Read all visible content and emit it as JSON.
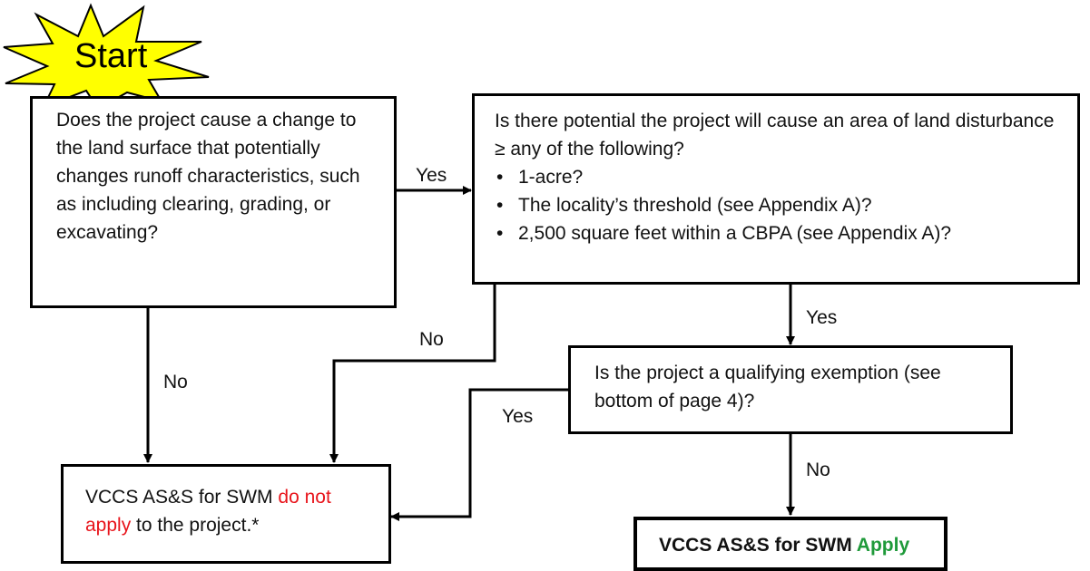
{
  "start": {
    "label": "Start"
  },
  "nodes": {
    "q1": {
      "text": "Does the project cause a change to the land surface that potentially changes runoff characteristics, such as including clearing, grading, or excavating?"
    },
    "q2": {
      "text": "Is there potential the project will cause an area of land disturbance ≥ any of the following?",
      "bullets": [
        "1-acre?",
        "The locality’s threshold (see Appendix A)?",
        "2,500 square feet within a CBPA (see Appendix A)?"
      ]
    },
    "q3": {
      "text": "Is the project a qualifying exemption (see bottom of page 4)?"
    },
    "not_apply": {
      "prefix": "VCCS AS&S for SWM ",
      "highlight": "do not apply",
      "suffix": " to the project.*"
    },
    "apply": {
      "prefix": "VCCS AS&S for SWM ",
      "highlight": "Apply"
    }
  },
  "edges": {
    "q1_yes": "Yes",
    "q1_no": "No",
    "q2_no": "No",
    "q2_yes": "Yes",
    "q3_yes": "Yes",
    "q3_no": "No"
  },
  "colors": {
    "negative": "#e8141b",
    "positive": "#1f9a3a",
    "star_fill": "#ffff00"
  }
}
